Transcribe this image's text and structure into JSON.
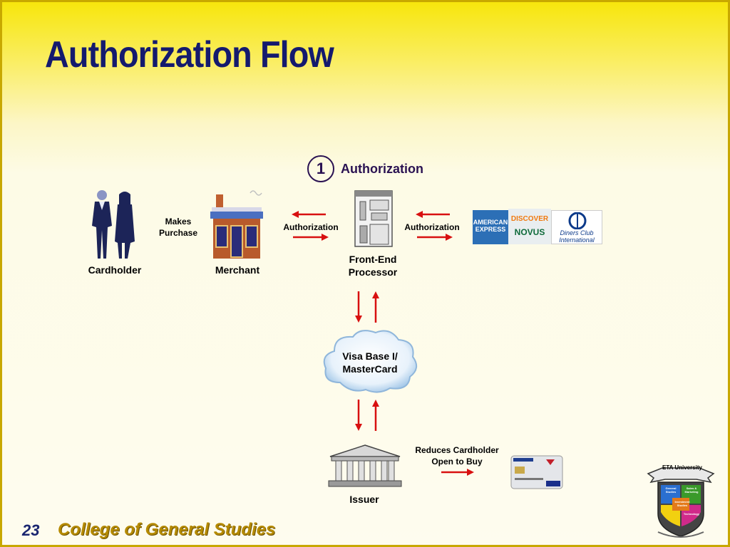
{
  "slide": {
    "title": "Authorization Flow",
    "step": {
      "number": "1",
      "label": "Authorization"
    },
    "nodes": {
      "cardholder": "Cardholder",
      "merchant": "Merchant",
      "front_end_line1": "Front-End",
      "front_end_line2": "Processor",
      "network_line1": "Visa Base I/",
      "network_line2": "MasterCard",
      "issuer": "Issuer"
    },
    "edge_labels": {
      "makes_purchase_line1": "Makes",
      "makes_purchase_line2": "Purchase",
      "merchant_to_processor": "Authorization",
      "processor_to_networks": "Authorization",
      "reduces_line1": "Reduces Cardholder",
      "reduces_line2": "Open to Buy"
    },
    "card_brands": {
      "amex_line1": "AMERICAN",
      "amex_line2": "EXPRESS",
      "discover": "DISCOVER",
      "novus": "NOVUS",
      "diners_line1": "Diners Club",
      "diners_line2": "International"
    },
    "footer": {
      "page_number": "23",
      "text": "College of General Studies"
    },
    "badge": {
      "banner": "ETA University",
      "quadrant_labels": [
        "General Studies",
        "Sales & Marketing",
        "Investment Studies",
        "Technology"
      ]
    }
  },
  "colors": {
    "title": "#141a6e",
    "arrow": "#d81010",
    "step": "#2a1252",
    "footer_text": "#b58a00",
    "footer_number": "#1a2670",
    "border": "#c8a800"
  },
  "icons": [
    "people-icon",
    "storefront-icon",
    "terminal-icon",
    "cloud-icon",
    "bank-building-icon",
    "credit-card-icon",
    "university-crest-icon"
  ]
}
